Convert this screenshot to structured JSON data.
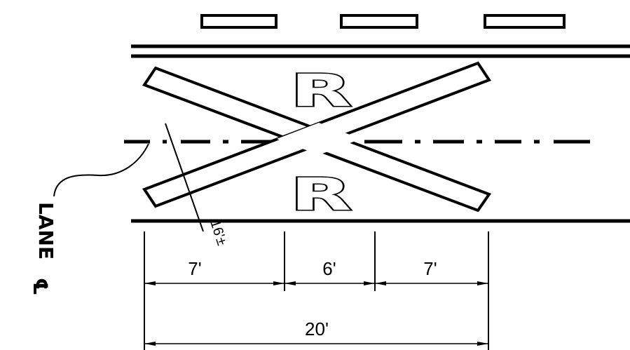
{
  "marking": {
    "symbol_letter": "R",
    "angle_label": "16'±",
    "lane_label": "LANE",
    "centerline_symbol": "℄"
  },
  "dimensions": {
    "left_segment": "7'",
    "middle_segment": "6'",
    "right_segment": "7'",
    "total_width": "20'"
  }
}
